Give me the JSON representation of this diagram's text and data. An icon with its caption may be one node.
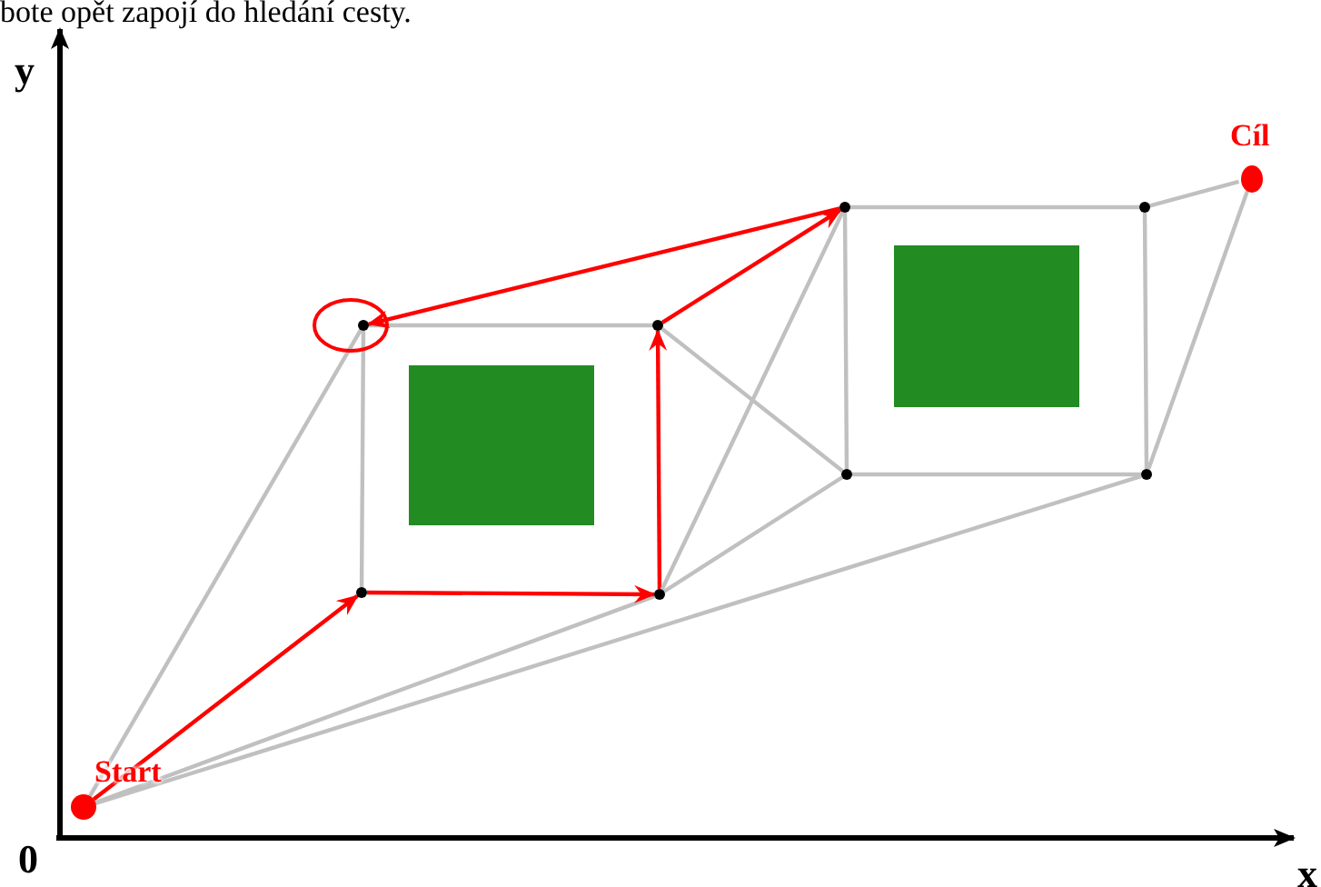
{
  "diagram": {
    "nodes": [
      {
        "text": [],
        "shape": "circle",
        "beside": [
          "Cíl"
        ]
      },
      {
        "text": [],
        "shape": "circle"
      },
      {
        "text": [],
        "shape": "circle"
      },
      {
        "text": [],
        "shape": "circle"
      },
      {
        "text": [],
        "shape": "circle"
      },
      {
        "text": [],
        "shape": "circle"
      },
      {
        "text": [],
        "shape": "circle"
      },
      {
        "text": [],
        "shape": "circle"
      },
      {
        "text": [],
        "shape": "circle"
      },
      {
        "text": [],
        "shape": "circle",
        "beside": [
          "Start"
        ]
      },
      {
        "text": [],
        "shape": "box"
      },
      {
        "text": [],
        "shape": "box"
      }
    ],
    "edges": [
      {
        "from": 9,
        "to": 3,
        "arrow": "none"
      },
      {
        "from": 9,
        "to": 7,
        "arrow": "to",
        "color": "#ff0000"
      },
      {
        "from": 9,
        "to": 8,
        "arrow": "none"
      },
      {
        "from": 9,
        "to": 6,
        "arrow": "none"
      },
      {
        "from": 3,
        "to": 4,
        "arrow": "none"
      },
      {
        "from": 3,
        "to": 7,
        "arrow": "none"
      },
      {
        "from": 7,
        "to": 8,
        "arrow": "to",
        "color": "#ff0000"
      },
      {
        "from": 8,
        "to": 4,
        "arrow": "to",
        "color": "#ff0000"
      },
      {
        "from": 4,
        "to": 1,
        "arrow": "to",
        "color": "#ff0000"
      },
      {
        "from": 1,
        "to": 3,
        "arrow": "to",
        "color": "#ff0000"
      },
      {
        "from": 4,
        "to": 5,
        "arrow": "none"
      },
      {
        "from": 8,
        "to": 1,
        "arrow": "none"
      },
      {
        "from": 8,
        "to": 5,
        "arrow": "none"
      },
      {
        "from": 1,
        "to": 2,
        "arrow": "none"
      },
      {
        "from": 1,
        "to": 5,
        "arrow": "none"
      },
      {
        "from": 2,
        "to": 6,
        "arrow": "none"
      },
      {
        "from": 5,
        "to": 6,
        "arrow": "none"
      },
      {
        "from": 2,
        "to": 0,
        "arrow": "none"
      },
      {
        "from": 6,
        "to": 0,
        "arrow": "none"
      }
    ],
    "labels": [
      "bote opět zapojí do hledání cesty.",
      "y",
      "0",
      "x"
    ]
  }
}
